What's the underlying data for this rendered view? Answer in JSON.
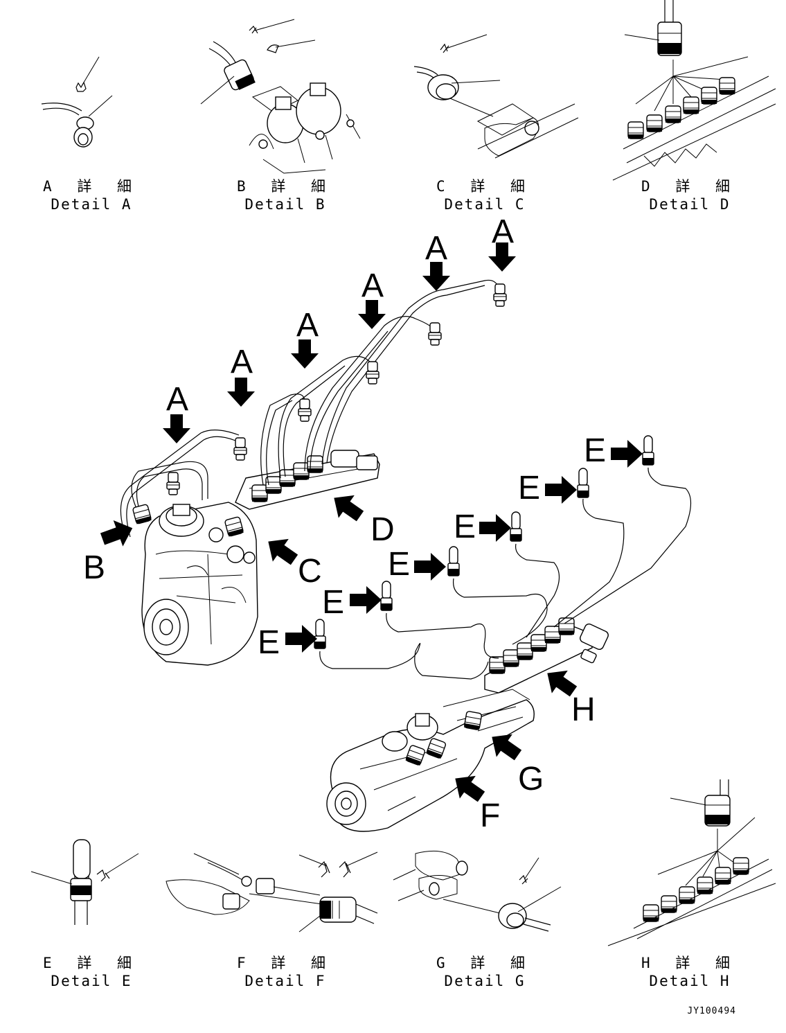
{
  "details": [
    {
      "jp": "A 詳 細",
      "en": "Detail A"
    },
    {
      "jp": "B 詳 細",
      "en": "Detail B"
    },
    {
      "jp": "C 詳 細",
      "en": "Detail C"
    },
    {
      "jp": "D 詳 細",
      "en": "Detail D"
    },
    {
      "jp": "E 詳 細",
      "en": "Detail E"
    },
    {
      "jp": "F 詳 細",
      "en": "Detail F"
    },
    {
      "jp": "G 詳 細",
      "en": "Detail G"
    },
    {
      "jp": "H 詳 細",
      "en": "Detail H"
    }
  ],
  "callouts": {
    "a": "A",
    "b": "B",
    "c": "C",
    "d": "D",
    "e": "E",
    "f": "F",
    "g": "G",
    "h": "H"
  },
  "drawing_code": "JY100494"
}
